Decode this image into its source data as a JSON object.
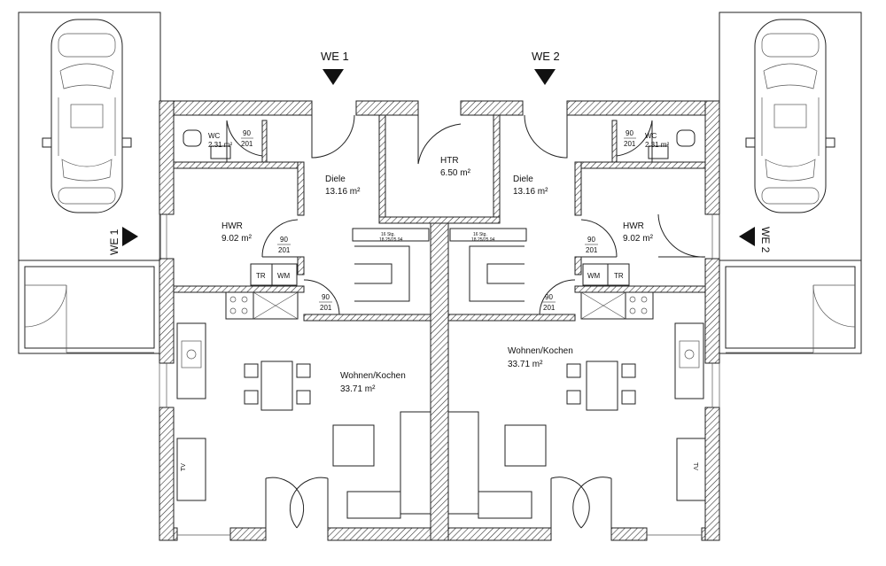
{
  "entrances": {
    "left": "WE 1",
    "right": "WE 2"
  },
  "parking": {
    "left": "WE 1",
    "right": "WE 2"
  },
  "units": [
    {
      "diele": {
        "name": "Diele",
        "area": "13.16 m²"
      },
      "hwr": {
        "name": "HWR",
        "area": "9.02 m²"
      },
      "wc": {
        "name": "WC",
        "area": "2.31 m²"
      },
      "wohnen": {
        "name": "Wohnen/Kochen",
        "area": "33.71 m²"
      },
      "stairs": {
        "steps": "16 Stg.",
        "ratio": "18.25/25.94"
      },
      "tr": "TR",
      "wm": "WM",
      "tv": "TV"
    },
    {
      "diele": {
        "name": "Diele",
        "area": "13.16 m²"
      },
      "hwr": {
        "name": "HWR",
        "area": "9.02 m²"
      },
      "wc": {
        "name": "WC",
        "area": "2.31 m²"
      },
      "wohnen": {
        "name": "Wohnen/Kochen",
        "area": "33.71 m²"
      },
      "stairs": {
        "steps": "16 Stg.",
        "ratio": "18.25/25.94"
      },
      "tr": "TR",
      "wm": "WM",
      "tv": "TV"
    }
  ],
  "htr": {
    "name": "HTR",
    "area": "6.50 m²"
  },
  "doors": {
    "w": "90",
    "h": "201"
  }
}
